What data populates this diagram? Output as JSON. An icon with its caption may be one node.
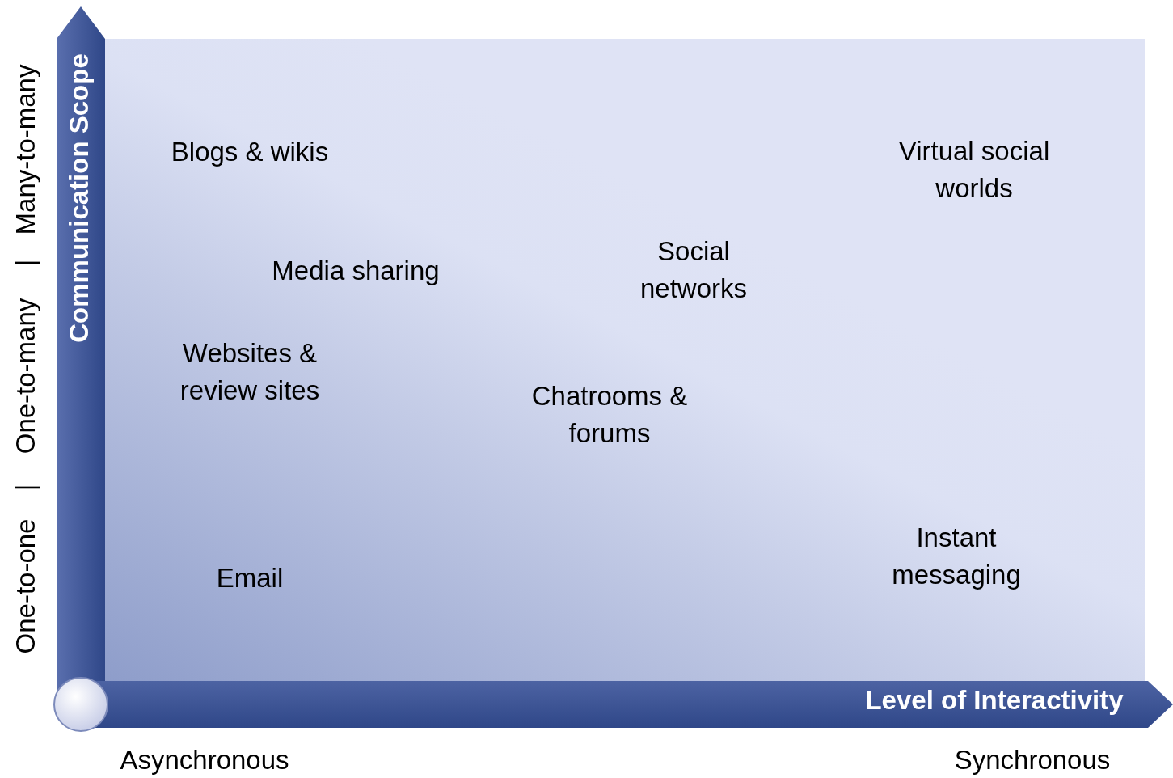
{
  "diagram": {
    "labels": [
      "Communication Scope",
      "Many-to-many",
      "|",
      "One-to-many",
      "|",
      "One-to-one",
      "Blogs & wikis",
      "Virtual social worlds",
      "Social networks",
      "Media sharing",
      "Websites & review sites",
      "Chatrooms & forums",
      "Instant messaging",
      "Email",
      "Level of Interactivity",
      "Asynchronous",
      "Synchronous"
    ]
  }
}
